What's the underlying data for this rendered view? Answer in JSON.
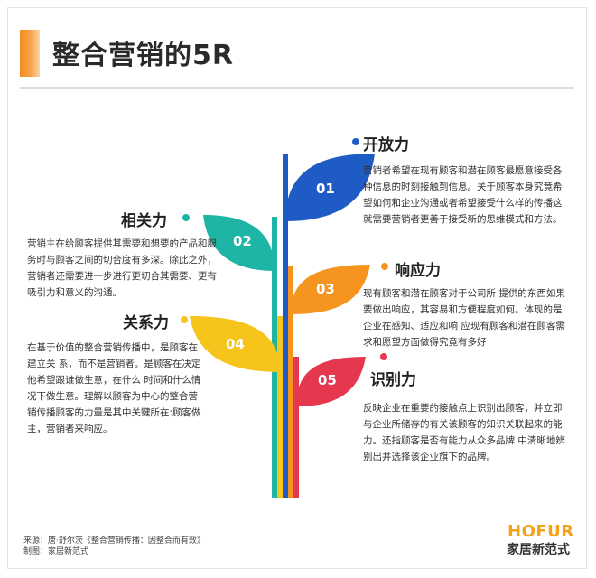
{
  "title": "整合营销的5R",
  "colors": {
    "accent": "#f58a1f",
    "relevance": "#1fb5a6",
    "response": "#f5951f",
    "relationship": "#f7c41b",
    "openness": "#1f5bc4",
    "recognition": "#e5384e"
  },
  "items": [
    {
      "number": "01",
      "heading": "开放力",
      "text": "营销者希望在现有顾客和潜在顾客最愿意接受各种信息的时刻接触到信息。关于顾客本身究竟希望如何和企业沟通或者希望接受什么样的传播这就需要营销者更善于接受新的思维模式和方法。"
    },
    {
      "number": "02",
      "heading": "相关力",
      "text": "营销主在给顾客提供其需要和想要的产品和服务时与顾客之间的切合度有多深。除此之外，营销者还需要进一步进行更切合其需要、更有吸引力和意义的沟通。"
    },
    {
      "number": "03",
      "heading": "响应力",
      "text": "现有顾客和潜在顾客对于公司所 提供的东西如果要做出响应，其容易和方便程度如何。体现的是企业在感知、适应和响 应现有顾客和潜在顾客需求和愿望方面做得究竟有多好"
    },
    {
      "number": "04",
      "heading": "关系力",
      "text": "在基于价值的整合营销传播中，是顾客在建立关 系，而不是营销者。是顾客在决定他希望跟谁做生意，在什么 时间和什么情况下做生意。理解以顾客为中心的整合营销传播顾客的力量是其中关键所在:顾客做主，营销者来响应。"
    },
    {
      "number": "05",
      "heading": "识别力",
      "text": "反映企业在重要的接触点上识别出顾客，并立即与企业所储存的有关该顾客的知识关联起来的能力。还指顾客是否有能力从众多品牌 中清晰地辨别出并选择该企业旗下的品牌。"
    }
  ],
  "footer": {
    "source": "来源：唐·舒尔茨《整合营销传播：因整合而有效》",
    "credit": "制图：家居新范式"
  },
  "logo": {
    "top": "HOFUR",
    "bottom": "家居新范式"
  }
}
